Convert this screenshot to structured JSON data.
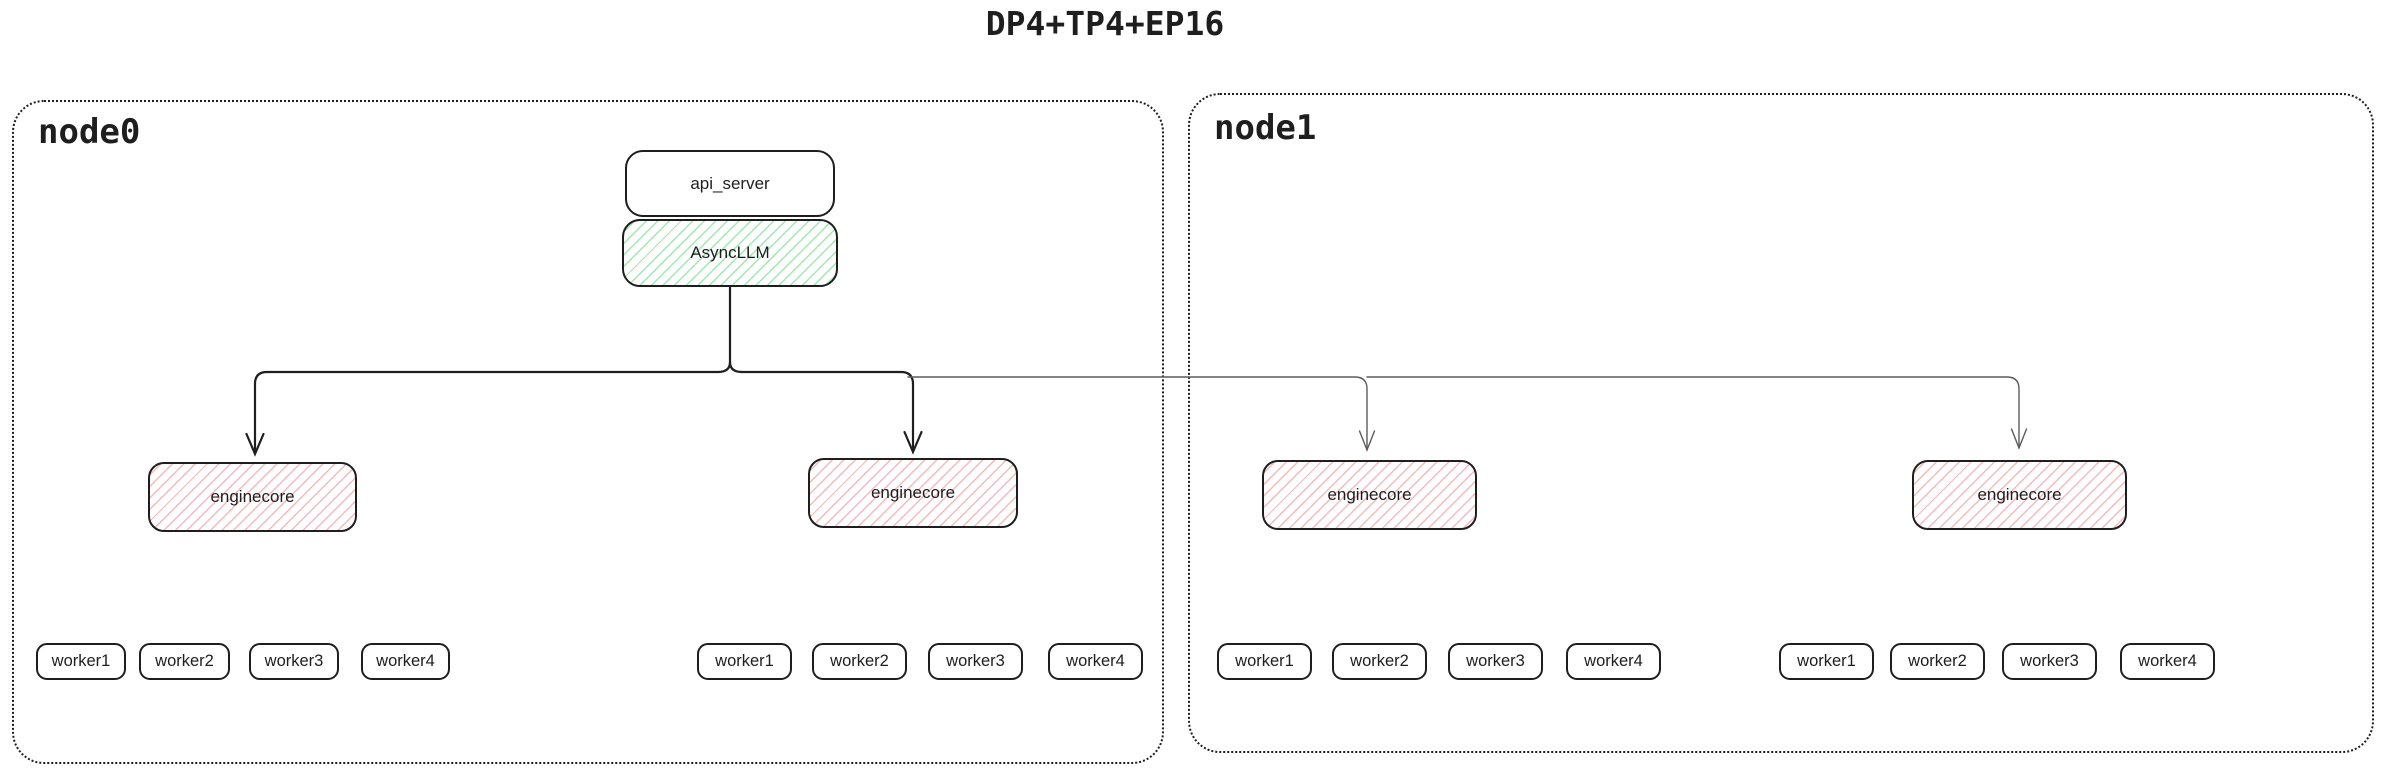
{
  "title": "DP4+TP4+EP16",
  "colors": {
    "ink": "#1e1e1e",
    "green_hatch": "#9fe8b0",
    "red_hatch": "#f5baba",
    "thin_line": "#5c5c5c",
    "background": "#ffffff"
  },
  "nodes": [
    {
      "label": "node0",
      "stack": {
        "api_server": "api_server",
        "async_llm": "AsyncLLM"
      },
      "enginecores": [
        {
          "label": "enginecore"
        },
        {
          "label": "enginecore"
        }
      ],
      "worker_groups": [
        {
          "workers": [
            "worker1",
            "worker2",
            "worker3",
            "worker4"
          ]
        },
        {
          "workers": [
            "worker1",
            "worker2",
            "worker3",
            "worker4"
          ]
        }
      ]
    },
    {
      "label": "node1",
      "enginecores": [
        {
          "label": "enginecore"
        },
        {
          "label": "enginecore"
        }
      ],
      "worker_groups": [
        {
          "workers": [
            "worker1",
            "worker2",
            "worker3",
            "worker4"
          ]
        },
        {
          "workers": [
            "worker1",
            "worker2",
            "worker3",
            "worker4"
          ]
        }
      ]
    }
  ]
}
